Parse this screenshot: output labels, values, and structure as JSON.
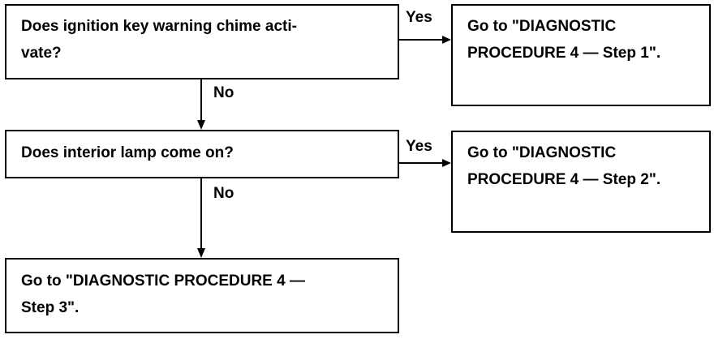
{
  "question1": "Does ignition key warning chime acti-\nvate?",
  "answer1_yes": "Go to \"DIAGNOSTIC PROCEDURE 4 — Step 1\".",
  "question2": "Does interior lamp come on?",
  "answer2_yes": "Go to \"DIAGNOSTIC PROCEDURE 4 — Step 2\".",
  "answer_final": "Go to \"DIAGNOSTIC PROCEDURE 4 —\nStep 3\".",
  "labels": {
    "yes1": "Yes",
    "yes2": "Yes",
    "no1": "No",
    "no2": "No"
  }
}
